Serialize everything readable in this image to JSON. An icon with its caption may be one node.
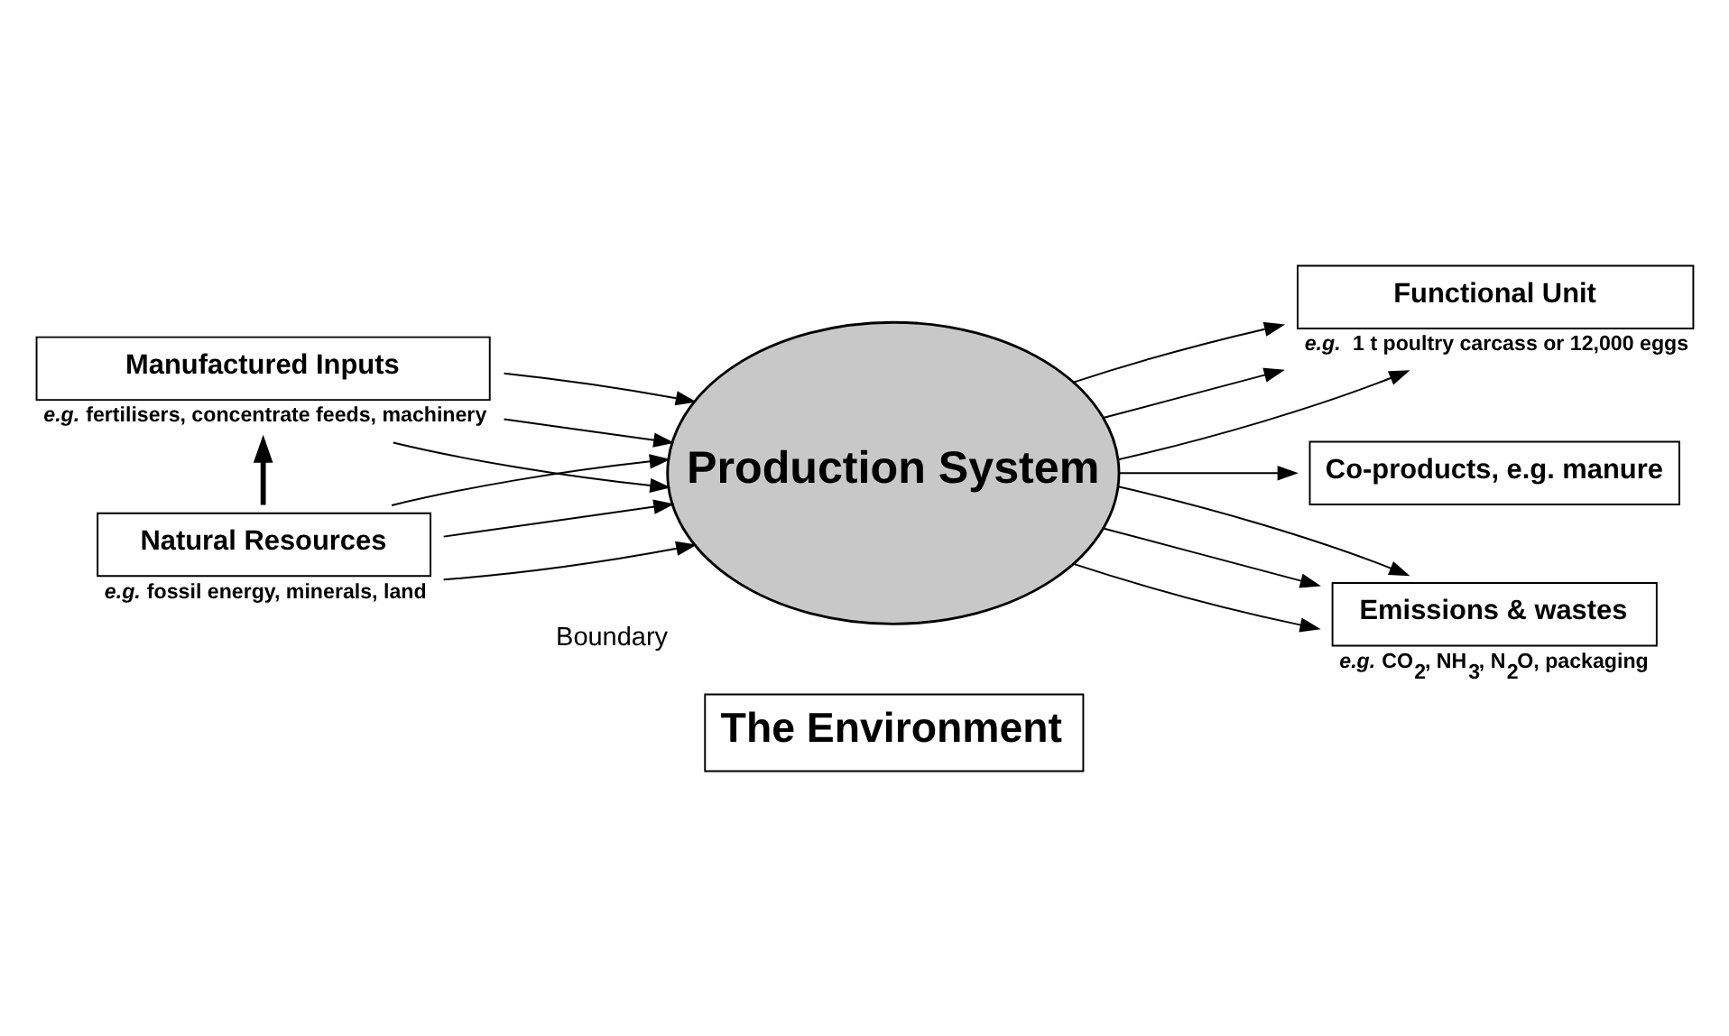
{
  "diagram": {
    "nodes": [
      {
        "text": [
          "The Environment"
        ]
      },
      {
        "text": [
          "Manufactured Inputs"
        ],
        "beside": [
          "*e.g.* fertilisers, concentrate feeds, machinery"
        ]
      },
      {
        "text": [
          "Functional Unit"
        ],
        "beside": [
          "*e.g.*  1 t poultry carcass or 12,000 eggs"
        ]
      },
      {
        "text": [
          "Production System"
        ],
        "beside": [
          "Boundary"
        ]
      },
      {
        "text": [
          "Co-products, e.g. manure"
        ]
      },
      {
        "text": [
          "Natural Resources"
        ],
        "beside": [
          "*e.g.* fossil energy, minerals, land"
        ]
      },
      {
        "text": [
          "Emissions & wastes"
        ],
        "beside": [
          "*e.g.* CO$_{2}$, NH$_{3}$, N$_{2}$O, packaging"
        ]
      }
    ],
    "edges": [
      {
        "from": 5,
        "to": 1,
        "arrow": "to",
        "style": "thick"
      },
      {
        "from": 1,
        "to": 3,
        "arrow": "to"
      },
      {
        "from": 1,
        "to": 3,
        "arrow": "to"
      },
      {
        "from": 1,
        "to": 3,
        "arrow": "to"
      },
      {
        "from": 5,
        "to": 3,
        "arrow": "to"
      },
      {
        "from": 5,
        "to": 3,
        "arrow": "to"
      },
      {
        "from": 5,
        "to": 3,
        "arrow": "to"
      },
      {
        "from": 3,
        "to": 2,
        "arrow": "to"
      },
      {
        "from": 3,
        "to": 2,
        "arrow": "to"
      },
      {
        "from": 3,
        "to": 2,
        "arrow": "to"
      },
      {
        "from": 3,
        "to": 4,
        "arrow": "to"
      },
      {
        "from": 3,
        "to": 6,
        "arrow": "to"
      },
      {
        "from": 3,
        "to": 6,
        "arrow": "to"
      },
      {
        "from": 3,
        "to": 6,
        "arrow": "to"
      }
    ]
  }
}
